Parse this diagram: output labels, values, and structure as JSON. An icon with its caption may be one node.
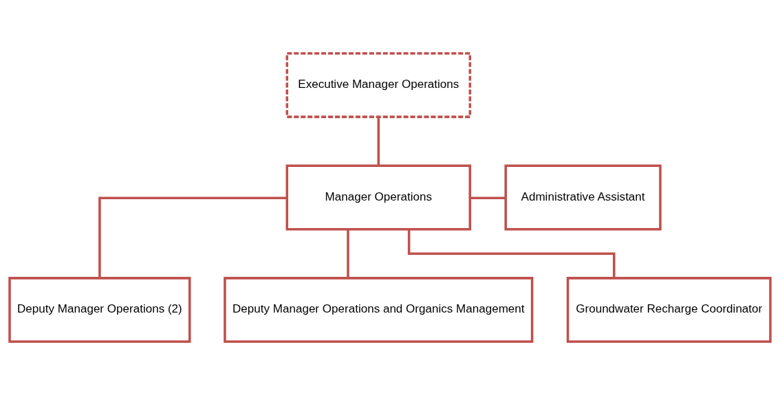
{
  "diagram": {
    "nodes": [
      {
        "text": [
          "Executive Manager Operations"
        ]
      },
      {
        "text": [
          "Manager Operations"
        ]
      },
      {
        "text": [
          "Administrative Assistant"
        ]
      },
      {
        "text": [
          "Deputy Manager Operations (2)"
        ]
      },
      {
        "text": [
          "Deputy Manager Operations and Organics Management"
        ]
      },
      {
        "text": [
          "Groundwater Recharge Coordinator"
        ]
      }
    ],
    "edges": [
      {
        "from": 0,
        "to": 1,
        "arrow": "none"
      },
      {
        "from": 1,
        "to": 2,
        "arrow": "none"
      },
      {
        "from": 1,
        "to": 3,
        "arrow": "none"
      },
      {
        "from": 1,
        "to": 4,
        "arrow": "none"
      },
      {
        "from": 1,
        "to": 5,
        "arrow": "none"
      }
    ]
  }
}
